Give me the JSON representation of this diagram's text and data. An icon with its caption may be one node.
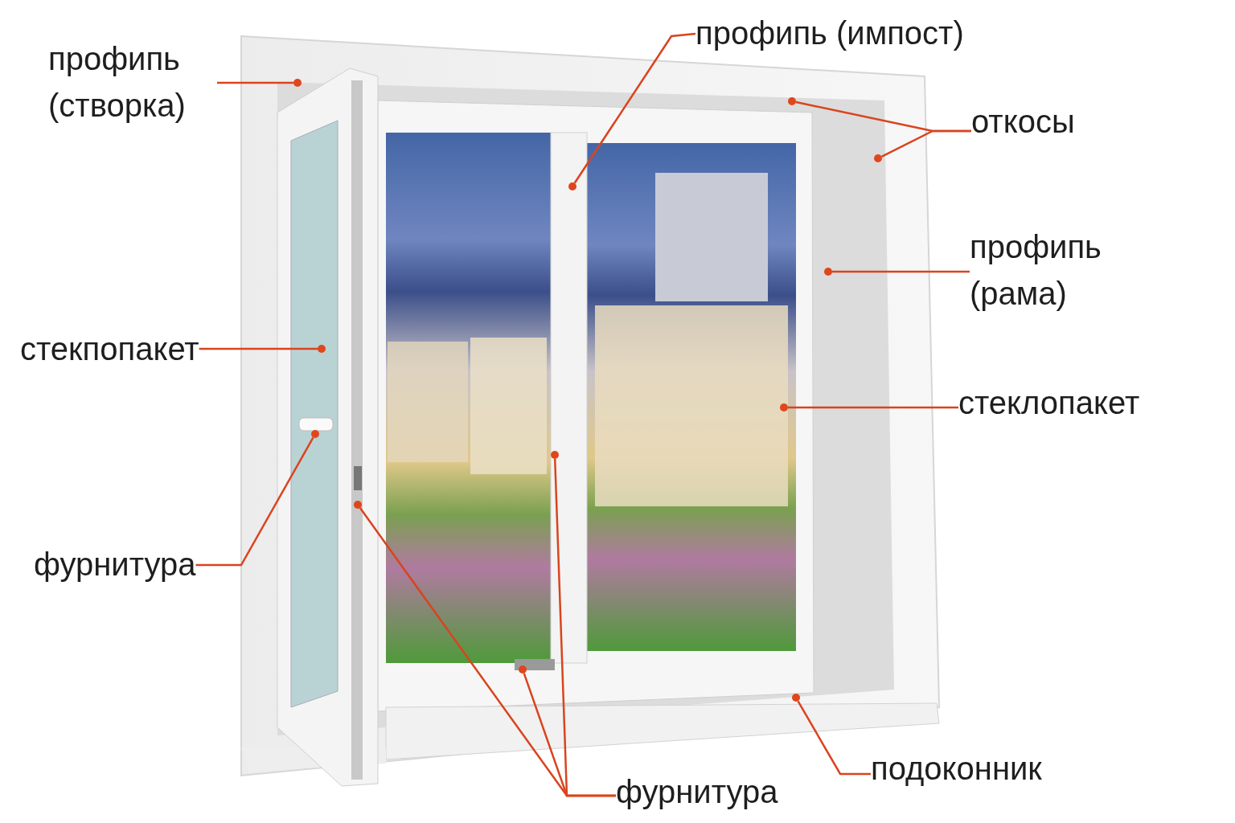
{
  "diagram": {
    "nodes": [
      {
        "text": [
          "профипь (створка)"
        ]
      },
      {
        "text": [
          "профипь (импост)"
        ]
      },
      {
        "text": [
          "откосы"
        ]
      },
      {
        "text": [
          "профипь (рама)"
        ]
      },
      {
        "text": [
          "стекпопакет"
        ]
      },
      {
        "text": [
          "стеклопакет"
        ]
      },
      {
        "text": [
          "фурнитура"
        ]
      },
      {
        "text": [
          "подоконник"
        ]
      },
      {
        "text": [
          "фурнитура"
        ]
      },
      {
        "text": [],
        "shape": "circle"
      },
      {
        "text": [],
        "shape": "circle"
      },
      {
        "text": [],
        "shape": "circle"
      },
      {
        "text": [],
        "shape": "circle"
      },
      {
        "text": [],
        "shape": "circle"
      },
      {
        "text": [],
        "shape": "circle"
      },
      {
        "text": [],
        "shape": "circle"
      },
      {
        "text": [],
        "shape": "circle"
      },
      {
        "text": [],
        "shape": "circle"
      },
      {
        "text": [],
        "shape": "circle"
      },
      {
        "text": [],
        "shape": "circle"
      },
      {
        "text": [],
        "shape": "circle"
      }
    ],
    "edges": [
      {
        "from": 0,
        "to": 9,
        "arrow": "none"
      },
      {
        "from": 1,
        "to": 10,
        "arrow": "none"
      },
      {
        "from": 2,
        "to": 11,
        "arrow": "none"
      },
      {
        "from": 2,
        "to": 12,
        "arrow": "none"
      },
      {
        "from": 3,
        "to": 13,
        "arrow": "none"
      },
      {
        "from": 4,
        "to": 14,
        "arrow": "none"
      },
      {
        "from": 5,
        "to": 15,
        "arrow": "none"
      },
      {
        "from": 6,
        "to": 16,
        "arrow": "none"
      },
      {
        "from": 7,
        "to": 17,
        "arrow": "none"
      },
      {
        "from": 8,
        "to": 18,
        "arrow": "none"
      },
      {
        "from": 8,
        "to": 19,
        "arrow": "none"
      },
      {
        "from": 8,
        "to": 20,
        "arrow": "none"
      }
    ]
  }
}
